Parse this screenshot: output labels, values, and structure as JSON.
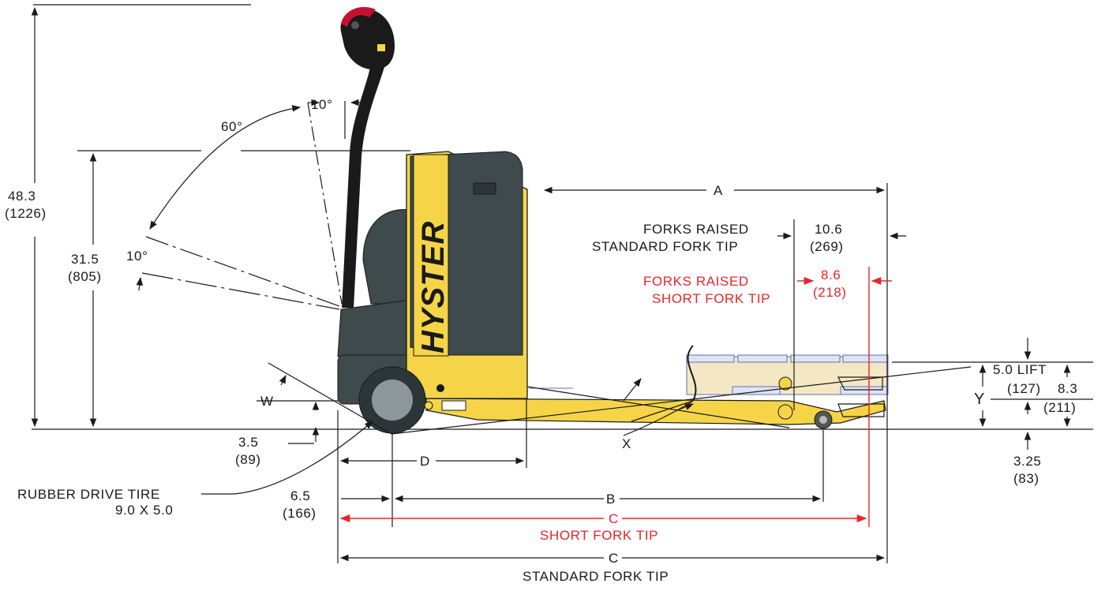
{
  "dimensions": {
    "overall_height": {
      "value": "48.3",
      "metric": "(1226)"
    },
    "body_height": {
      "value": "31.5",
      "metric": "(805)"
    },
    "handle_angle_upper": "60°",
    "handle_angle_top": "10°",
    "handle_angle_lower": "10°",
    "w_label": "W",
    "drive_offset": {
      "value": "3.5",
      "metric": "(89)"
    },
    "tire": {
      "line1": "RUBBER DRIVE TIRE",
      "line2": "9.0 X 5.0"
    },
    "wheel_offset": {
      "value": "6.5",
      "metric": "(166)"
    },
    "d_label": "D",
    "x_label": "X",
    "a_label": "A",
    "b_label": "B",
    "c_short_label": "C",
    "c_short_caption": "SHORT FORK TIP",
    "c_standard_label": "C",
    "c_standard_caption": "STANDARD FORK TIP",
    "forks_raised_standard": {
      "line1": "FORKS RAISED",
      "line2": "STANDARD FORK TIP",
      "value": "10.6",
      "metric": "(269)"
    },
    "forks_raised_short": {
      "line1": "FORKS RAISED",
      "line2": "SHORT FORK TIP",
      "value": "8.6",
      "metric": "(218)"
    },
    "lift": {
      "value": "5.0 LIFT",
      "metric": "(127)"
    },
    "y_label": "Y",
    "fork_height": {
      "value": "8.3",
      "metric": "(211)"
    },
    "lowered_height": {
      "value": "3.25",
      "metric": "(83)"
    }
  },
  "brand": {
    "logo_text": "HYSTER"
  },
  "colors": {
    "body_yellow": "#f5d547",
    "body_dark": "#3e4a4c",
    "dim_red": "#e8252b",
    "load_cream": "#f4e8c4",
    "pallet_blue": "#5b6fb5"
  }
}
